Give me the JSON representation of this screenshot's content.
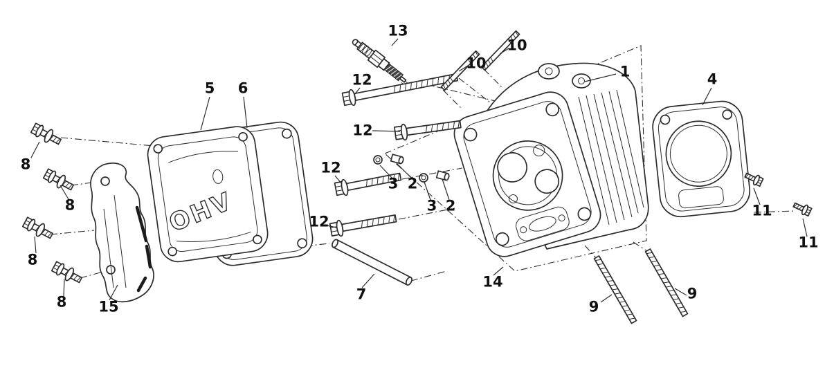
{
  "figure": {
    "ohv_marking": "OHV"
  },
  "colors": {
    "line": "#2b2b2b",
    "background": "#ffffff"
  },
  "callouts": [
    {
      "text": "13"
    },
    {
      "text": "10"
    },
    {
      "text": "10"
    },
    {
      "text": "1"
    },
    {
      "text": "4"
    },
    {
      "text": "5"
    },
    {
      "text": "6"
    },
    {
      "text": "12"
    },
    {
      "text": "12"
    },
    {
      "text": "12"
    },
    {
      "text": "12"
    },
    {
      "text": "8"
    },
    {
      "text": "8"
    },
    {
      "text": "8"
    },
    {
      "text": "8"
    },
    {
      "text": "3"
    },
    {
      "text": "2"
    },
    {
      "text": "3"
    },
    {
      "text": "2"
    },
    {
      "text": "11"
    },
    {
      "text": "11"
    },
    {
      "text": "7"
    },
    {
      "text": "14"
    },
    {
      "text": "15"
    },
    {
      "text": "9"
    },
    {
      "text": "9"
    }
  ]
}
